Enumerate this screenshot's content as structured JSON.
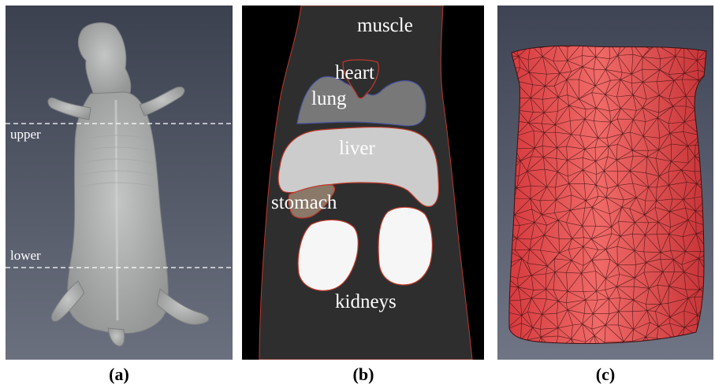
{
  "panels": {
    "a": {
      "caption": "(a)",
      "labels": {
        "upper": "upper",
        "lower": "lower"
      }
    },
    "b": {
      "caption": "(b)",
      "labels": {
        "muscle": "muscle",
        "heart": "heart",
        "lung": "lung",
        "liver": "liver",
        "stomach": "stomach",
        "kidneys": "kidneys"
      }
    },
    "c": {
      "caption": "(c)"
    }
  },
  "colors": {
    "ct_background": "#5d6373",
    "mouse_body": "#b6b7b7",
    "segmentation_background": "#000000",
    "muscle": "#2e2e2e",
    "lung": "#787878",
    "liver": "#cccccc",
    "kidneys": "#f6f6f6",
    "organ_outline": "#c0392b",
    "mesh_fill": "#e8484a",
    "mesh_lines": "#3a1010"
  }
}
